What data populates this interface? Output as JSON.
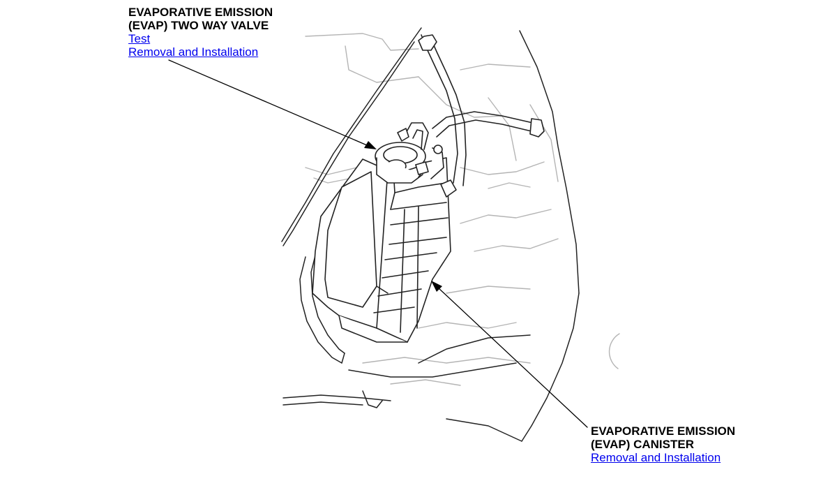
{
  "colors": {
    "link": "#0000ee",
    "text": "#000000",
    "line_dark": "#222222",
    "line_light": "#b4b4b4"
  },
  "valve_callout": {
    "title_line1": "EVAPORATIVE EMISSION",
    "title_line2": "(EVAP) TWO WAY VALVE",
    "link_test": "Test",
    "link_removal": "Removal and Installation"
  },
  "canister_callout": {
    "title_line1": "EVAPORATIVE EMISSION",
    "title_line2": "(EVAP) CANISTER",
    "link_removal": "Removal and Installation"
  }
}
